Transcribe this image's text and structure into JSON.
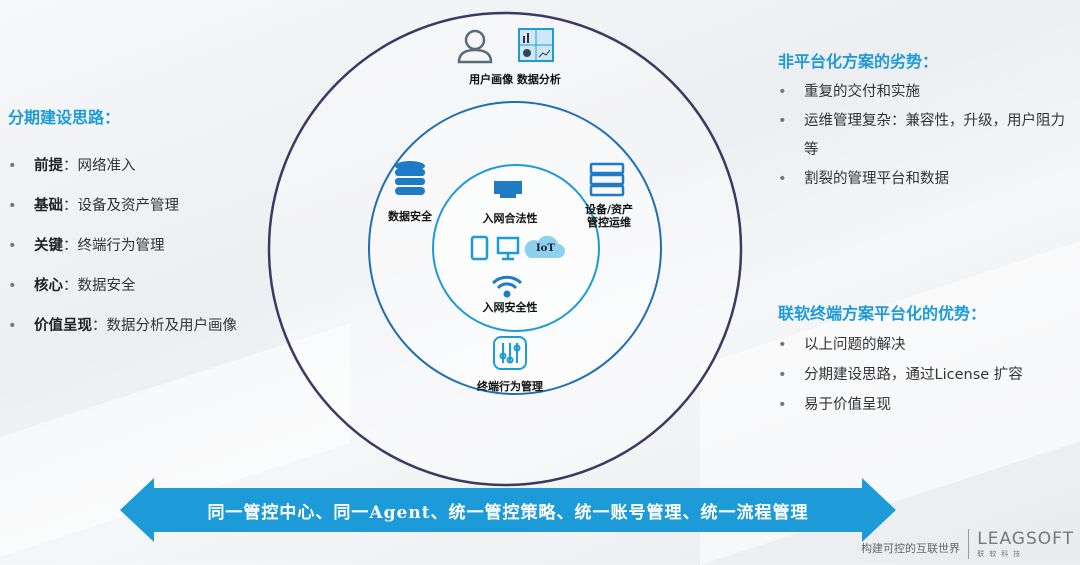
{
  "left": {
    "title": "分期建设思路：",
    "items": [
      {
        "key": "前提",
        "value": "网络准入"
      },
      {
        "key": "基础",
        "value": "设备及资产管理"
      },
      {
        "key": "关键",
        "value": "终端行为管理"
      },
      {
        "key": "核心",
        "value": "数据安全"
      },
      {
        "key": "价值呈现",
        "value": "数据分析及用户画像"
      }
    ]
  },
  "right_top": {
    "title": "非平台化方案的劣势：",
    "items": [
      "重复的交付和实施",
      "运维管理复杂：兼容性，升级，用户阻力等",
      "割裂的管理平台和数据"
    ]
  },
  "right_bottom": {
    "title": "联软终端方案平台化的优势：",
    "items": [
      "以上问题的解决",
      "分期建设思路，通过License 扩容",
      "易于价值呈现"
    ]
  },
  "diagram": {
    "outer": "用户画像 数据分析",
    "data_security": "数据安全",
    "asset": "设备/资产\n管控运维",
    "behavior": "终端行为管理",
    "inner_top": "入网合法性",
    "iot": "IoT",
    "inner_bottom": "入网安全性"
  },
  "banner": "同一管控中心、同一Agent、统一管控策略、统一账号管理、统一流程管理",
  "footer": {
    "slogan": "构建可控的互联世界",
    "logo_en": "LEAGSOFT",
    "logo_cn": "联软科技"
  },
  "colors": {
    "accent": "#1d9bd8",
    "outer_ring": "#3b3a63",
    "ring": "#1f6fb3"
  }
}
